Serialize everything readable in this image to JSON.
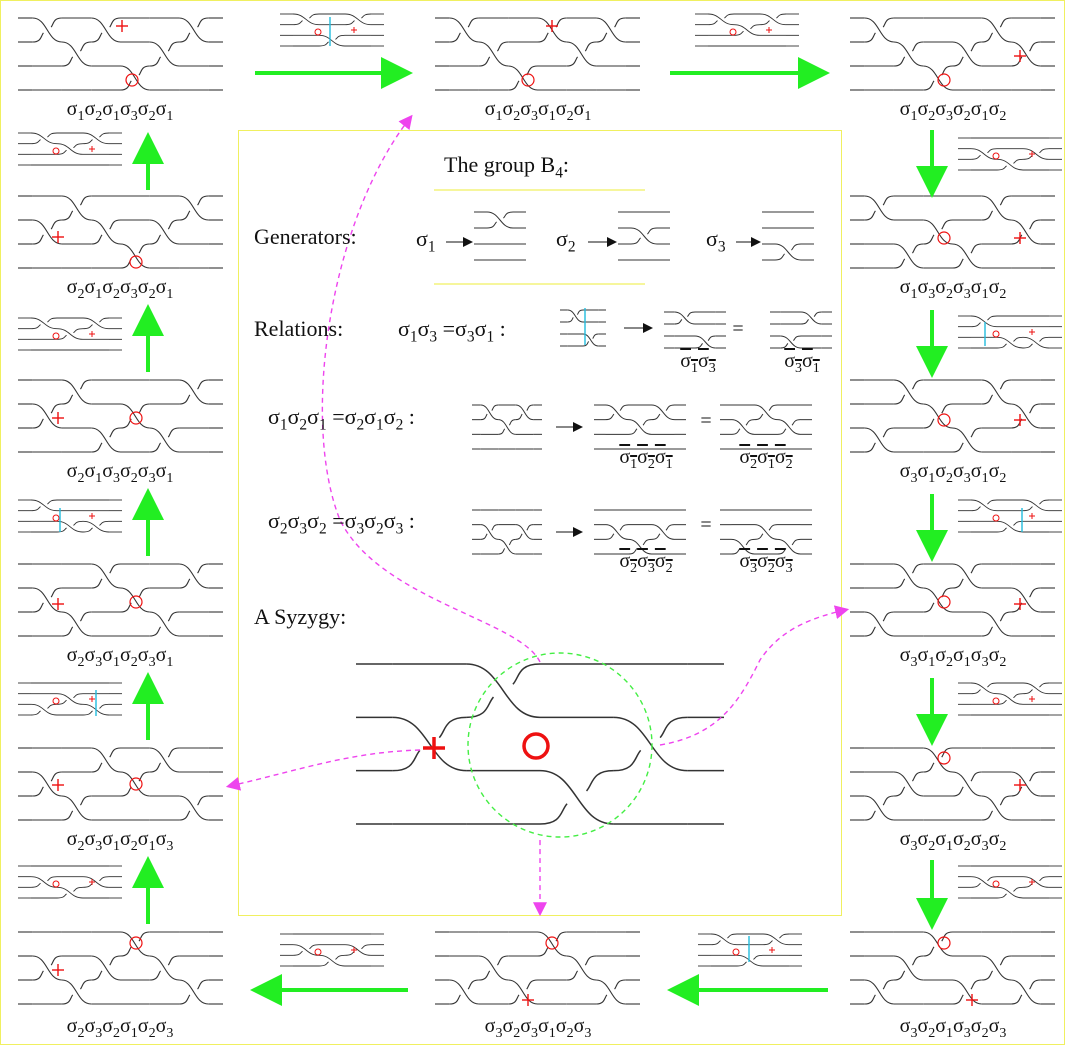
{
  "diagram": {
    "words": {
      "tl": "σ1σ2σ1σ3σ2σ1",
      "tc": "σ1σ2σ3σ1σ2σ1",
      "tr": "σ1σ2σ3σ2σ1σ2",
      "l2": "σ2σ1σ2σ3σ2σ1",
      "l3": "σ2σ1σ3σ2σ3σ1",
      "l4": "σ2σ3σ1σ2σ3σ1",
      "l5": "σ2σ3σ1σ2σ1σ3",
      "bl": "σ2σ3σ2σ1σ2σ3",
      "bc": "σ3σ2σ3σ1σ2σ3",
      "br": "σ3σ2σ1σ3σ2σ3",
      "r2": "σ1σ3σ2σ3σ1σ2",
      "r3": "σ3σ1σ2σ3σ1σ2",
      "r4": "σ3σ1σ2σ1σ3σ2",
      "r5": "σ3σ2σ1σ2σ3σ2"
    },
    "center": {
      "title": "The group B4:",
      "generators_label": "Generators:",
      "gen1": "σ1",
      "gen2": "σ2",
      "gen3": "σ3",
      "relations_label": "Relations:",
      "rel1_eq": "σ1σ3 =σ3σ1 :",
      "rel1_left": "σ1σ3",
      "rel1_right": "σ3σ1",
      "rel2_eq": "σ1σ2σ1 =σ2σ1σ2 :",
      "rel2_left": "σ1σ2σ1",
      "rel2_right": "σ2σ1σ2",
      "rel3_eq": "σ2σ3σ2 =σ3σ2σ3 :",
      "rel3_left": "σ2σ3σ2",
      "rel3_right": "σ3σ2σ3",
      "syzygy_label": "A Syzygy:",
      "equals": "="
    },
    "colors": {
      "strand": "#333333",
      "marker": "#ee1111",
      "arrow": "#22ee22",
      "dashed_magenta": "#ee44ee",
      "dashed_green": "#44ee44",
      "cyan": "#22bbdd",
      "frame": "#f0f060"
    }
  }
}
